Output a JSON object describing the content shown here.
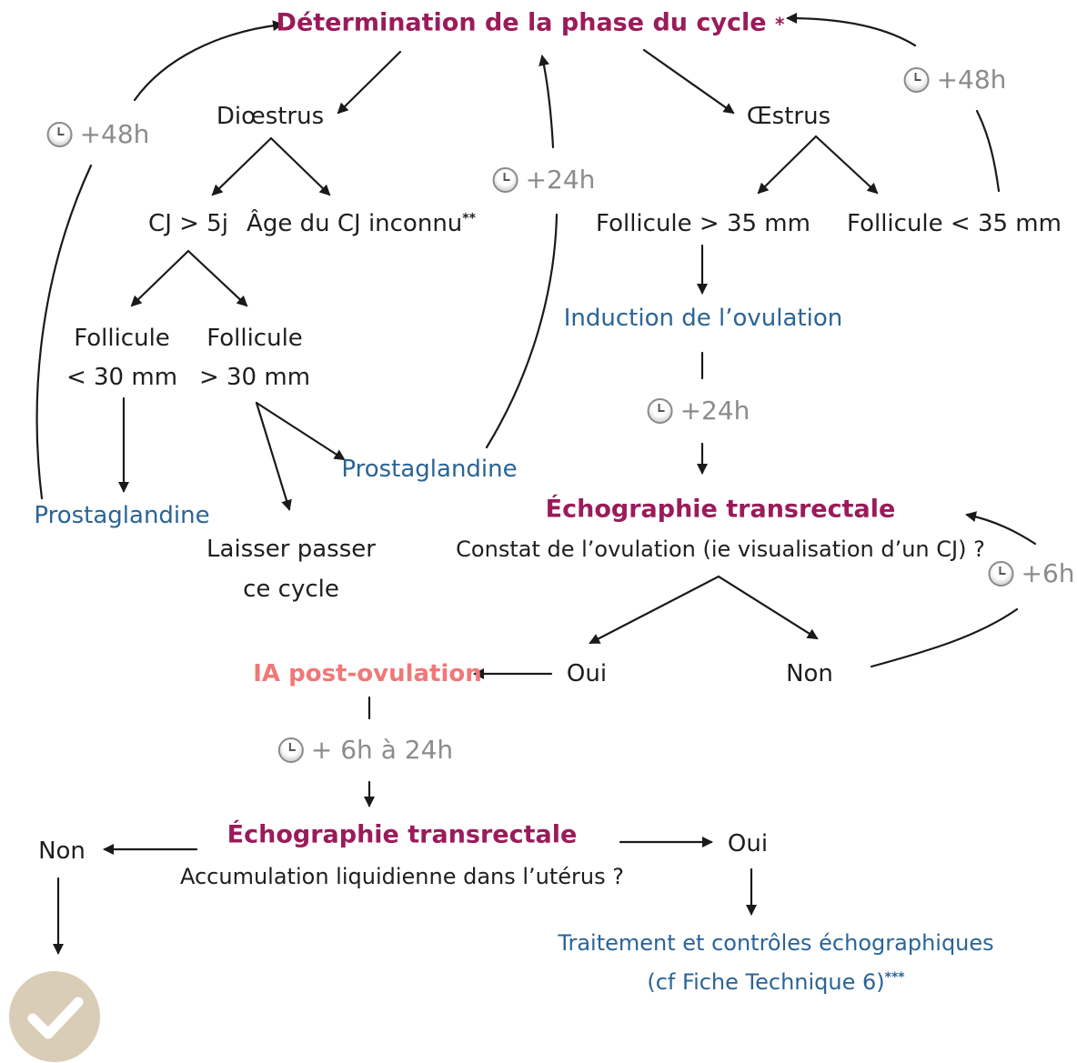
{
  "nodes": {
    "phase": "Détermination de la phase du cycle",
    "phase_star": "*",
    "dioestrus": "Diœstrus",
    "oestrus": "Œstrus",
    "cj5": "CJ > 5j",
    "age_cj": "Âge du CJ inconnu",
    "age_cj_star": "**",
    "foll_gt35": "Follicule > 35 mm",
    "foll_lt35": "Follicule < 35 mm",
    "foll_lt30_a": "Follicule",
    "foll_lt30_b": "< 30 mm",
    "foll_gt30_a": "Follicule",
    "foll_gt30_b": "> 30 mm",
    "induction": "Induction de l’ovulation",
    "prosta_left": "Prostaglandine",
    "prosta_mid": "Prostaglandine",
    "laisser_a": "Laisser passer",
    "laisser_b": "ce cycle",
    "echo1_title": "Échographie transrectale",
    "echo1_q": "Constat de l’ovulation (ie visualisation d’un CJ) ?",
    "oui1": "Oui",
    "non1": "Non",
    "ia": "IA post-ovulation",
    "echo2_title": "Échographie transrectale",
    "echo2_q": "Accumulation liquidienne dans l’utérus ?",
    "non2": "Non",
    "oui2": "Oui",
    "traitement_a": "Traitement et contrôles échographiques",
    "traitement_b": "(cf Fiche Technique 6)",
    "traitement_star": "***"
  },
  "timers": {
    "t_left": "+48h",
    "t_right": "+48h",
    "t_mid": "+24h",
    "t_induction": "+24h",
    "t_6h": "+6h",
    "t_ia": "+ 6h à 24h"
  },
  "colors": {
    "heading": "#9b1b5a",
    "link": "#2a6496",
    "ia": "#f07878",
    "timer": "#8c8c8c",
    "check": "#d9cdb7"
  },
  "icons": [
    "clock-icon",
    "checkmark-icon"
  ]
}
